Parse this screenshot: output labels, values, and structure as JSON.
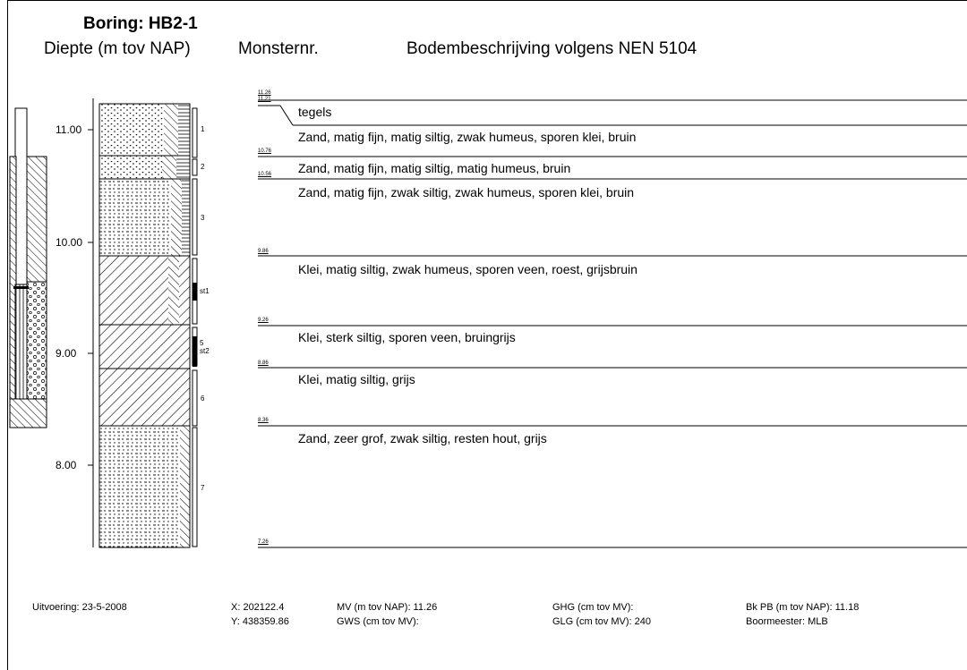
{
  "header": {
    "title": "Boring: HB2-1",
    "col_depth": "Diepte (m tov NAP)",
    "col_sample": "Monsternr.",
    "col_description": "Bodembeschrijving volgens NEN 5104"
  },
  "depth_ticks": [
    "11.00",
    "10.00",
    "9.00",
    "8.00"
  ],
  "samples": [
    "1",
    "2",
    "3",
    "st1",
    "5",
    "st2",
    "6",
    "7"
  ],
  "layer_depths": [
    "11.26",
    "11.21",
    "10.76",
    "10.56",
    "9.86",
    "9.26",
    "8.86",
    "8.36",
    "7.26"
  ],
  "layers": [
    "tegels",
    "Zand, matig fijn, matig siltig, zwak humeus, sporen klei, bruin",
    "Zand, matig fijn, matig siltig, matig humeus, bruin",
    "Zand, matig fijn, zwak siltig, zwak humeus, sporen klei, bruin",
    "Klei, matig siltig, zwak humeus, sporen veen, roest, grijsbruin",
    "Klei, sterk siltig, sporen veen, bruingrijs",
    "Klei, matig siltig, grijs",
    "Zand, zeer grof, zwak siltig, resten hout, grijs"
  ],
  "footer": {
    "uitvoering": "Uitvoering: 23-5-2008",
    "x": "X: 202122.4",
    "y": "Y: 438359.86",
    "mv": "MV (m tov NAP): 11.26",
    "gws": "GWS (cm tov MV):",
    "ghg": "GHG (cm tov MV):",
    "glg": "GLG (cm tov MV): 240",
    "bkpb": "Bk PB (m tov NAP): 11.18",
    "boormeester": "Boormeester: MLB"
  }
}
